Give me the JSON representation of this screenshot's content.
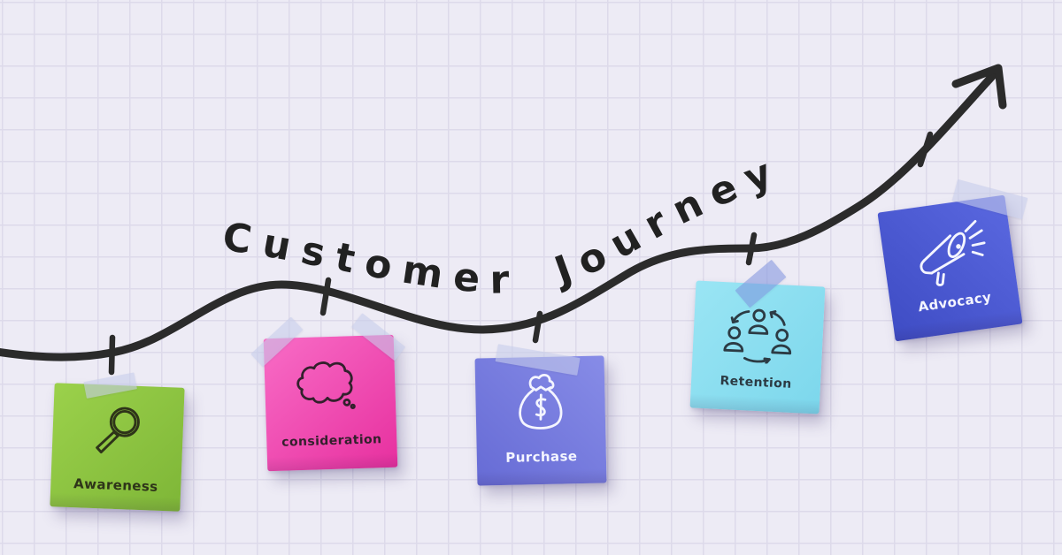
{
  "canvas": {
    "background": "#edebf5",
    "grid_line": "#dddaea",
    "ink": "#2b2b2b",
    "tape_color": "#c7cdeb",
    "tape_accent_color": "#7e92de"
  },
  "journey": {
    "title": "Customer Journey",
    "title_color": "#212121",
    "stages": [
      {
        "label": "Awareness",
        "icon": "magnifying-glass-icon",
        "color_light": "#9bd14b",
        "color_dark": "#7eb637",
        "ink": "#2e3419",
        "gradient_angle": 135
      },
      {
        "label": "consideration",
        "icon": "thought-cloud-icon",
        "color_light": "#f86cc6",
        "color_dark": "#e7309f",
        "ink": "#33202c",
        "gradient_angle": 140
      },
      {
        "label": "Purchase",
        "icon": "money-bag-icon",
        "color_light": "#878ce7",
        "color_dark": "#666bd5",
        "ink": "#f4f5ff",
        "gradient_angle": 225
      },
      {
        "label": "Retention",
        "icon": "people-cycle-icon",
        "color_light": "#9ae5f4",
        "color_dark": "#7cd7ec",
        "ink": "#2c3b44",
        "gradient_angle": 130
      },
      {
        "label": "Advocacy",
        "icon": "megaphone-icon",
        "color_light": "#5a68e0",
        "color_dark": "#3e4cc4",
        "ink": "#f4f5ff",
        "gradient_angle": 230
      }
    ]
  }
}
